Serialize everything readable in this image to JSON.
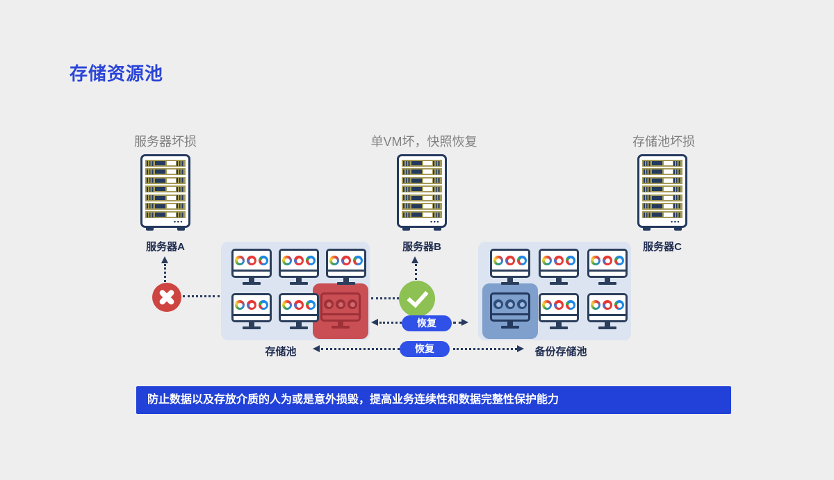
{
  "slide": {
    "title": "存储资源池",
    "scenarios": [
      {
        "caption": "服务器坏损",
        "server": "服务器A"
      },
      {
        "caption": "单VM坏，快照恢复",
        "server": "服务器B"
      },
      {
        "caption": "存储池坏损",
        "server": "服务器C"
      }
    ],
    "pools": {
      "primary_label": "存储池",
      "backup_label": "备份存储池"
    },
    "recovery": {
      "mid_pill": "恢复",
      "bottom_pill": "恢复"
    },
    "icons": {
      "error": "x-circle-icon",
      "success": "check-circle-icon",
      "rack": "server-rack-icon",
      "vm": "vm-monitor-icon"
    },
    "banner": "防止数据以及存放介质的人为或是意外损毁，提高业务连续性和数据完整性保护能力",
    "colors": {
      "background": "#EEEEEE",
      "title_blue": "#2B45D7",
      "banner_blue": "#2141D8",
      "pill_blue": "#3051E8",
      "pool_bg": "#DCE4F1",
      "outline_navy": "#24395E",
      "rack_slat": "#A59B58",
      "error_red": "#CE4440",
      "success_green": "#8DC153",
      "fault_highlight_red": "#C94F55",
      "backup_highlight_blue": "#7FA0CD",
      "caption_gray": "#7F7F7F"
    }
  }
}
